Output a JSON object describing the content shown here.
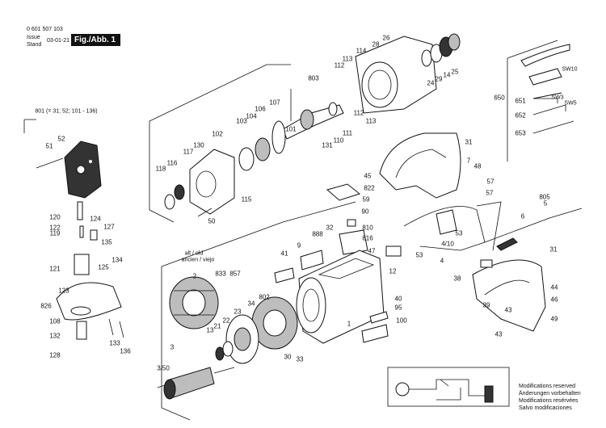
{
  "header": {
    "part_number": "0 601 507 103",
    "issue_label": "Issue",
    "stand_label": "Stand",
    "date": "03-01-21",
    "figure": "Fig./Abb. 1"
  },
  "assemblies": {
    "a801": "801 (= 31; 52; 101 - 136)",
    "alt_old": "alt / old",
    "ancien_viejo": "ancien / viejo"
  },
  "labels": {
    "p26": "26",
    "p28": "28",
    "p114": "114",
    "p113a": "113",
    "p112a": "112",
    "p24": "24",
    "p29": "29",
    "p14": "14",
    "p25": "25",
    "p803": "803",
    "p107": "107",
    "p106": "106",
    "p104": "104",
    "p103": "103",
    "p112b": "112",
    "p113b": "113",
    "p111": "111",
    "p110": "110",
    "p131": "131",
    "p101": "101",
    "p52": "52",
    "p51": "51",
    "p130": "130",
    "p102": "102",
    "p117": "117",
    "p116": "116",
    "p118": "118",
    "p115": "115",
    "p50": "50",
    "p120": "120",
    "p124": "124",
    "p127": "127",
    "p122": "122",
    "p119": "119",
    "p135": "135",
    "p134": "134",
    "p121": "121",
    "p125": "125",
    "p123": "123",
    "p826": "826",
    "p108": "108",
    "p132": "132",
    "p128": "128",
    "p133": "133",
    "p136": "136",
    "p31a": "31",
    "p7": "7",
    "p48": "48",
    "p45": "45",
    "p822": "822",
    "p59": "59",
    "p90": "90",
    "p32": "32",
    "p810": "810",
    "p816": "816",
    "p47": "47",
    "p888": "888",
    "p9": "9",
    "p41": "41",
    "p57a": "57",
    "p57b": "57",
    "p53a": "53",
    "p53b": "53",
    "p410": "4/10",
    "p4": "4",
    "p12": "12",
    "p805": "805",
    "p5": "5",
    "p6": "6",
    "p31b": "31",
    "p38": "38",
    "p44": "44",
    "p46": "46",
    "p39": "39",
    "p43a": "43",
    "p43b": "43",
    "p49": "49",
    "p2": "2",
    "p833": "833",
    "p857": "857",
    "p802": "802",
    "p34": "34",
    "p23": "23",
    "p22": "22",
    "p13": "13",
    "p21": "21",
    "p40": "40",
    "p95": "95",
    "p100": "100",
    "p1": "1",
    "p33": "33",
    "p30": "30",
    "p3": "3",
    "p350": "3/50",
    "p650": "650",
    "p651": "651",
    "p652": "652",
    "p653": "653",
    "sw10": "SW10",
    "sw3": "SW3",
    "sw5": "SW5"
  },
  "modifications": [
    "Modifications reserved",
    "Änderungen vorbehalten",
    "Modifications resérvées",
    "Salvo modificaciones"
  ]
}
